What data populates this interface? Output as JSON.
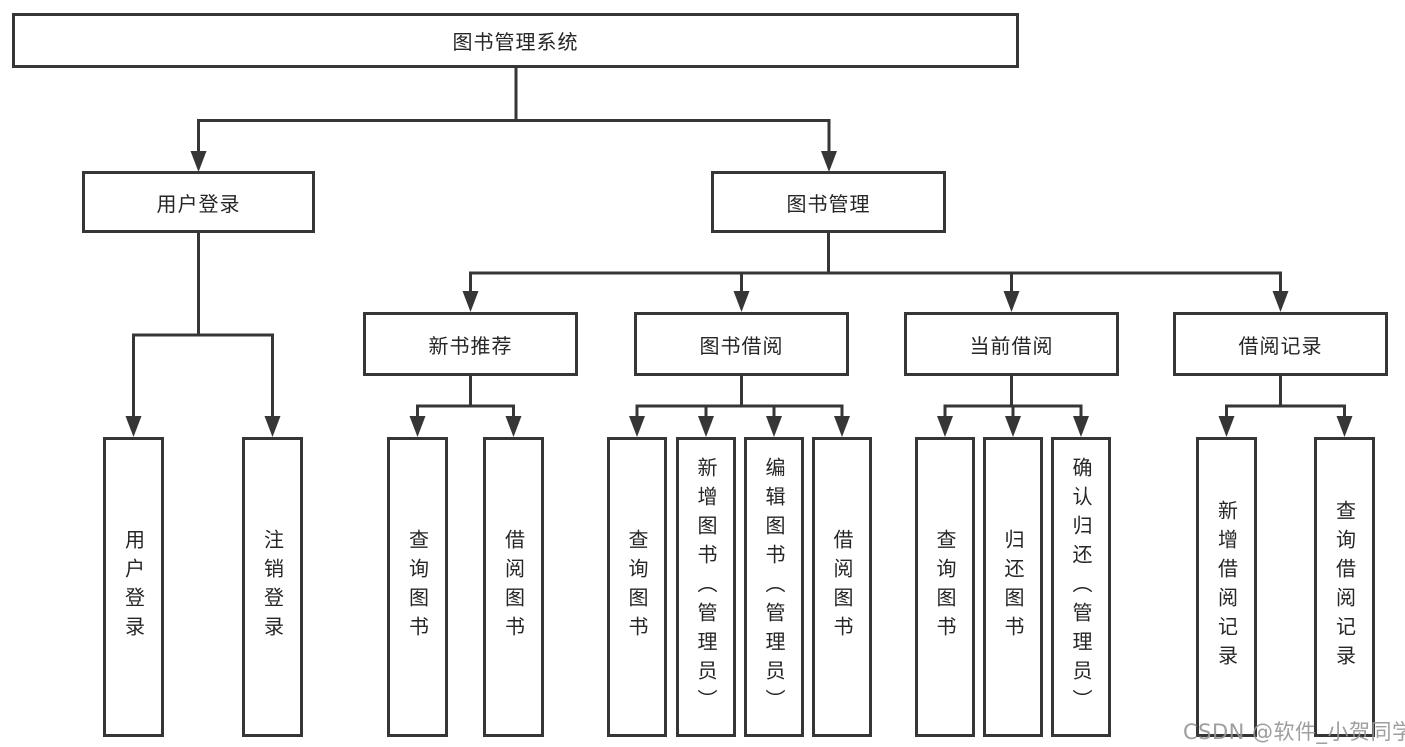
{
  "tree": {
    "root": {
      "label": "图书管理系统",
      "children": [
        {
          "label": "用户登录",
          "children": [
            {
              "label": "用户登录"
            },
            {
              "label": "注销登录"
            }
          ]
        },
        {
          "label": "图书管理",
          "children": [
            {
              "label": "新书推荐",
              "children": [
                {
                  "label": "查询图书"
                },
                {
                  "label": "借阅图书"
                }
              ]
            },
            {
              "label": "图书借阅",
              "children": [
                {
                  "label": "查询图书"
                },
                {
                  "label": "新增图书（管理员）"
                },
                {
                  "label": "编辑图书（管理员）"
                },
                {
                  "label": "借阅图书"
                }
              ]
            },
            {
              "label": "当前借阅",
              "children": [
                {
                  "label": "查询图书"
                },
                {
                  "label": "归还图书"
                },
                {
                  "label": "确认归还（管理员）"
                }
              ]
            },
            {
              "label": "借阅记录",
              "children": [
                {
                  "label": "新增借阅记录"
                },
                {
                  "label": "查询借阅记录"
                }
              ]
            }
          ]
        }
      ]
    }
  },
  "watermark": {
    "text": "CSDN @软件_小贺同学"
  },
  "colors": {
    "line": "#363636",
    "box_border": "#363636",
    "box_background": "#ffffff",
    "text": "#262626",
    "watermark": "#969696"
  }
}
